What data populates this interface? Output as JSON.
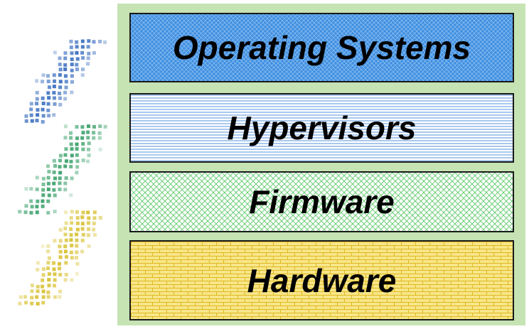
{
  "diagram": {
    "type": "layer-stack",
    "layers": [
      {
        "label": "Operating Systems",
        "color": "#3d8ee0",
        "pattern": "crosshatch"
      },
      {
        "label": "Hypervisors",
        "color": "#a9c8ee",
        "pattern": "horizontal-stripes"
      },
      {
        "label": "Firmware",
        "color": "#6fcf7a",
        "pattern": "diagonal-weave"
      },
      {
        "label": "Hardware",
        "color": "#f2d44a",
        "pattern": "brick"
      }
    ],
    "panel_color": "#c6e3b4",
    "decoration": "dotted-swirl-gradient"
  }
}
